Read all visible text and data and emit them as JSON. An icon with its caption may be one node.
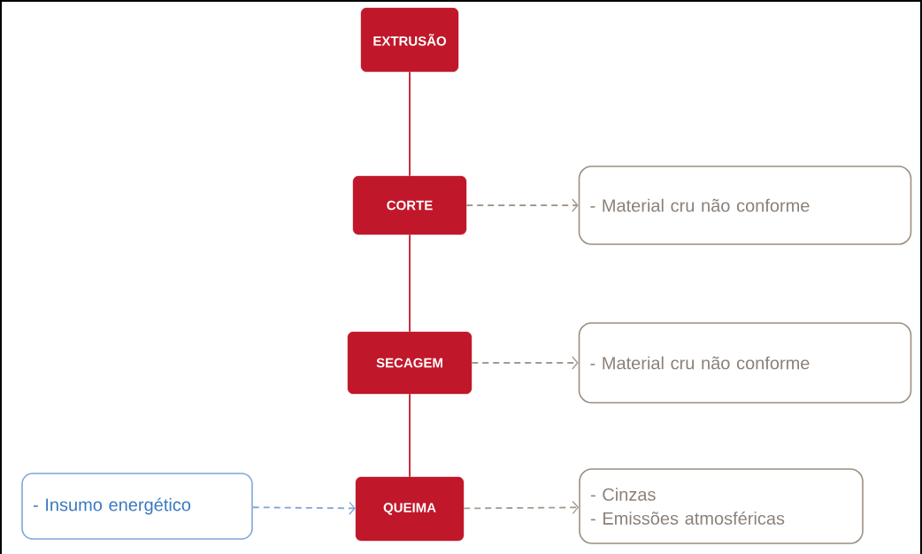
{
  "diagram": {
    "nodes": [
      {
        "text": [
          "EXTRUSÃO"
        ]
      },
      {
        "text": [
          "CORTE"
        ]
      },
      {
        "text": [
          "- Material cru não conforme"
        ]
      },
      {
        "text": [
          "SECAGEM"
        ]
      },
      {
        "text": [
          "- Material cru não conforme"
        ]
      },
      {
        "text": [
          "- Insumo energético"
        ]
      },
      {
        "text": [
          "QUEIMA"
        ]
      },
      {
        "text": [
          "- Cinzas",
          "- Emissões atmosféricas"
        ]
      }
    ],
    "edges": [
      {
        "from": 0,
        "to": 1,
        "arrow": "none",
        "color": "#c0182a"
      },
      {
        "from": 1,
        "to": 3,
        "arrow": "none",
        "color": "#c0182a"
      },
      {
        "from": 3,
        "to": 6,
        "arrow": "none",
        "color": "#c0182a"
      },
      {
        "from": 1,
        "to": 2,
        "arrow": "to",
        "style": "dashed",
        "color": "#a59a8f"
      },
      {
        "from": 3,
        "to": 4,
        "arrow": "to",
        "style": "dashed",
        "color": "#a59a8f"
      },
      {
        "from": 5,
        "to": 6,
        "arrow": "to",
        "style": "dashed",
        "color": "#7ea6d8"
      },
      {
        "from": 6,
        "to": 7,
        "arrow": "to",
        "style": "dashed",
        "color": "#a59a8f"
      }
    ]
  }
}
